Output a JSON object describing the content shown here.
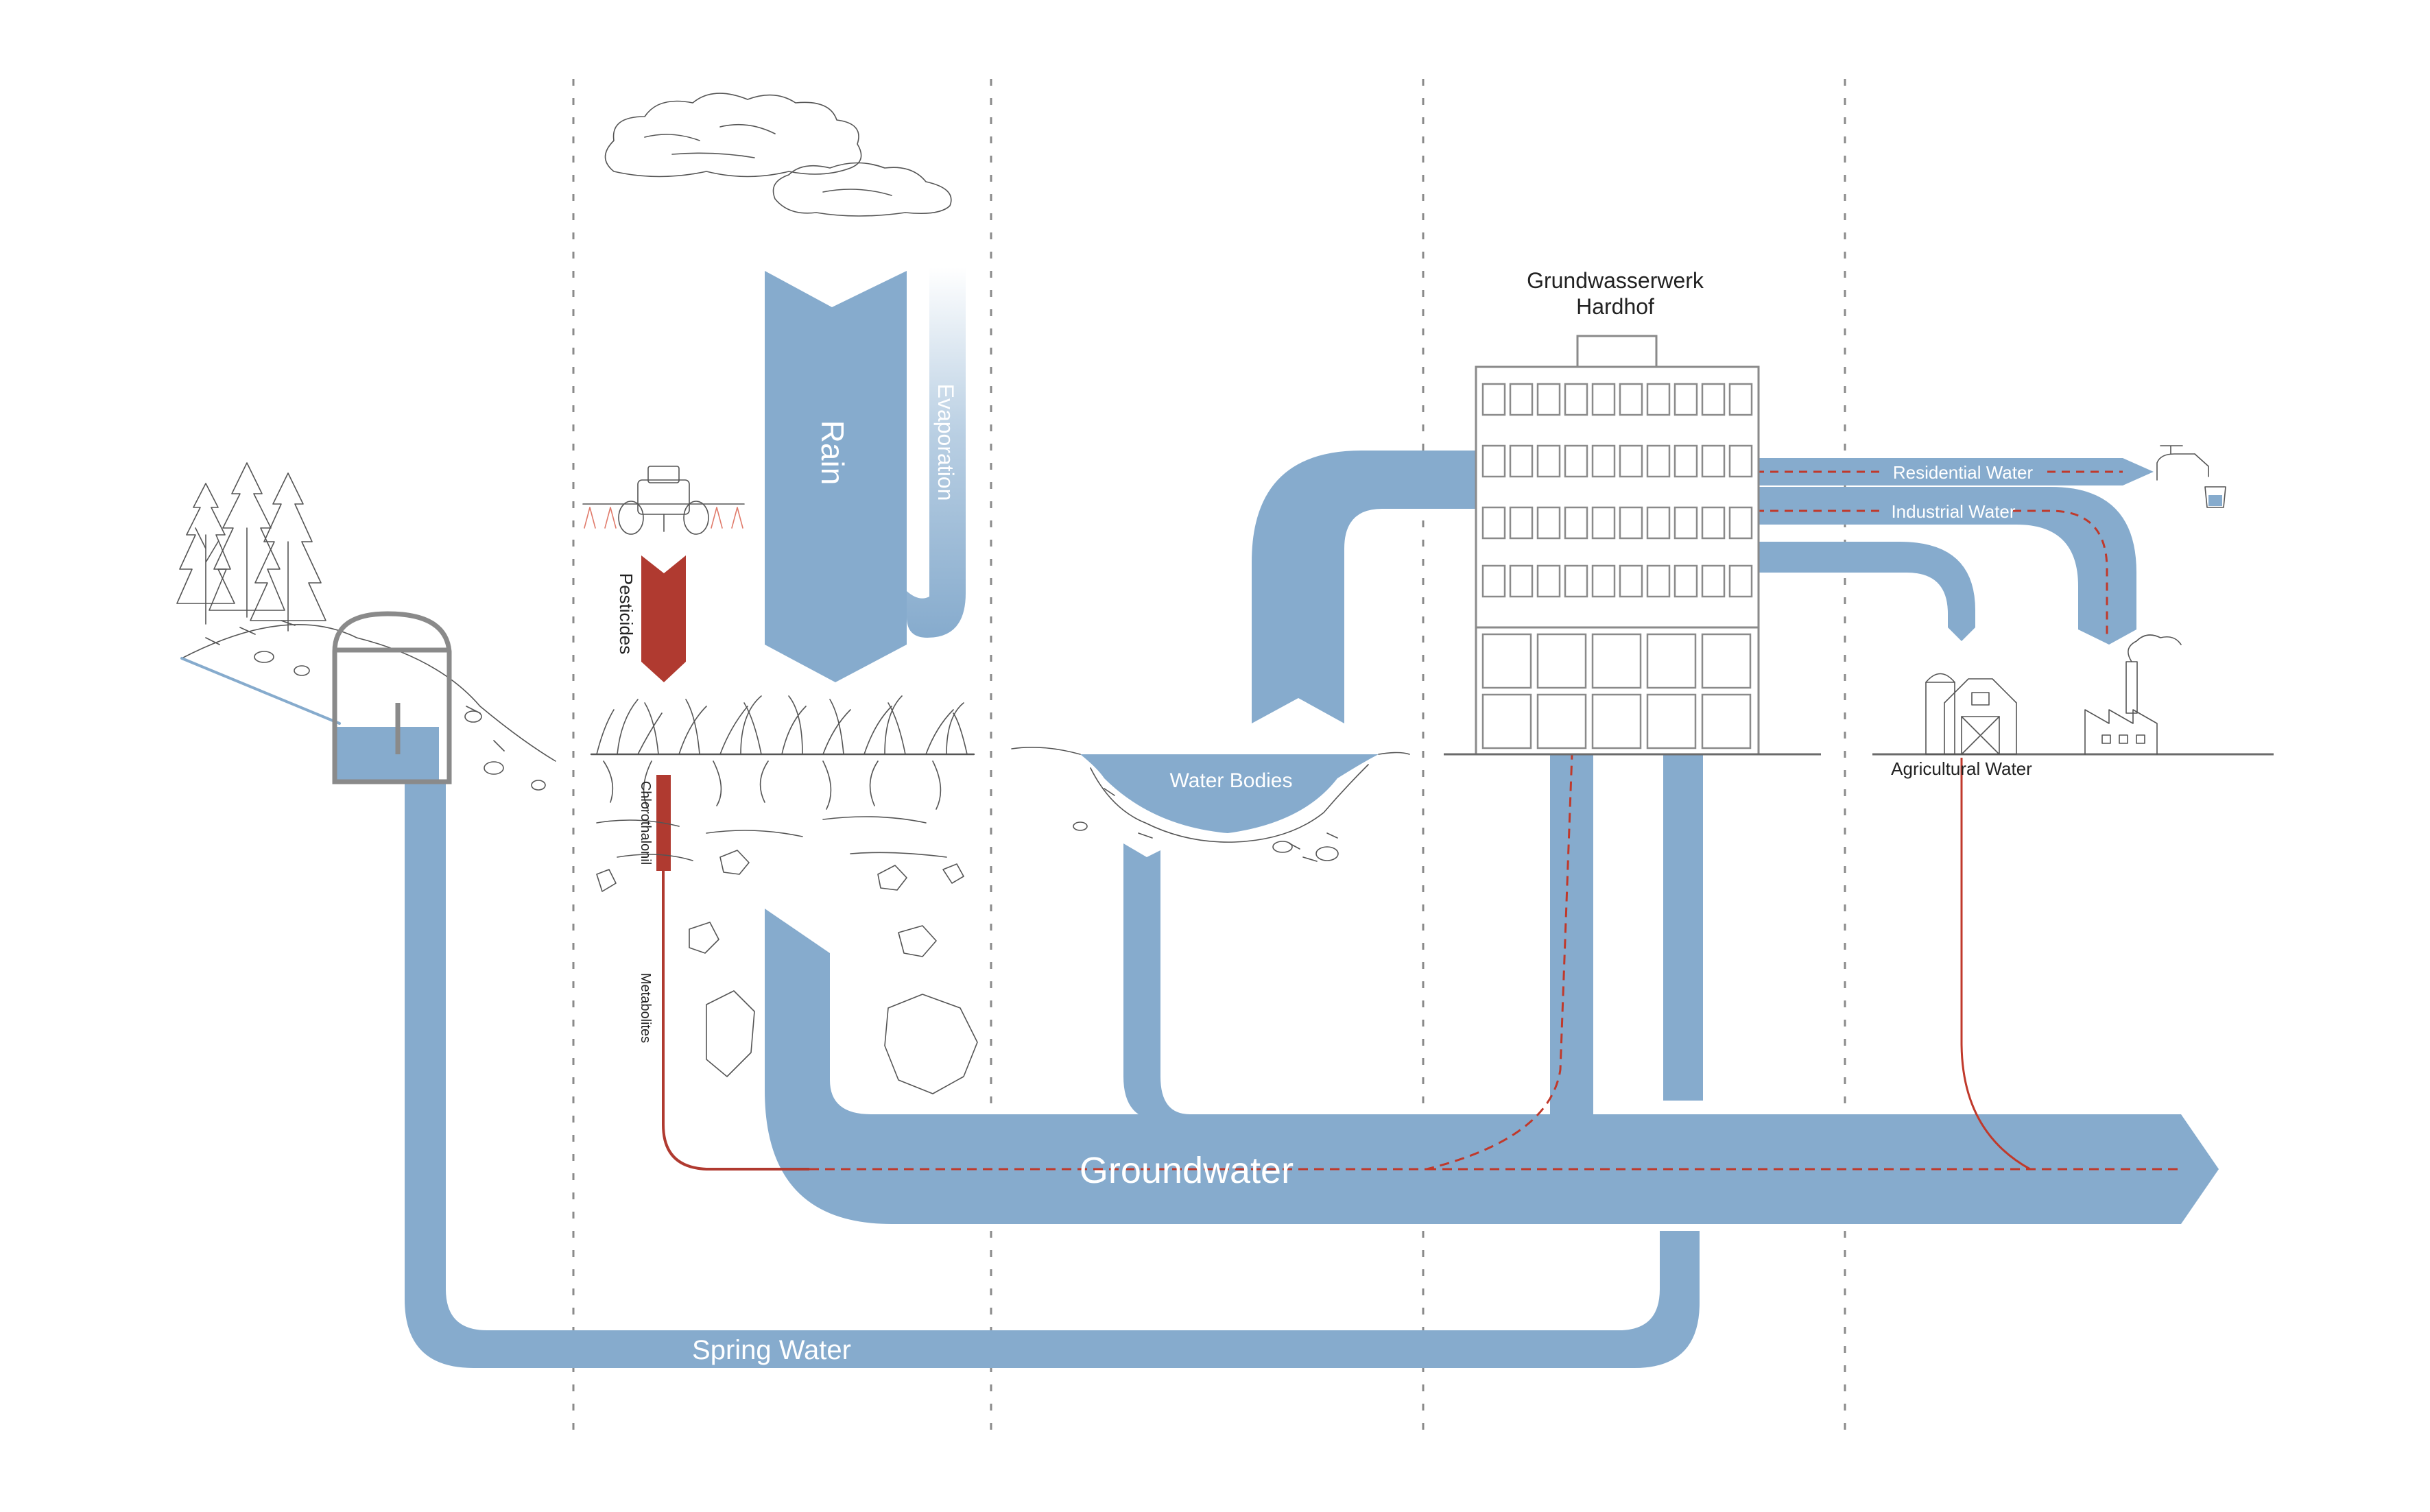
{
  "colors": {
    "water": "#86abcd",
    "pesticide": "#b03a30",
    "contaminant_line": "#c0392b",
    "divider": "#8a8a8a",
    "ink": "#4a4a4a"
  },
  "labels": {
    "rain": "Rain",
    "evaporation": "Evaporation",
    "pesticides": "Pesticides",
    "chlorothalonil": "Chlorothalonil",
    "metabolites": "Metabolites",
    "water_bodies": "Water Bodies",
    "groundwater": "Groundwater",
    "spring_water": "Spring Water",
    "plant_name_line1": "Grundwasserwerk",
    "plant_name_line2": "Hardhof",
    "residential_water": "Residential Water",
    "industrial_water": "Industrial Water",
    "agricultural_water": "Agricultural Water"
  },
  "icons": {
    "trees": "trees-icon",
    "spring": "spring-chamber-icon",
    "cloud": "cloud-icon",
    "tractor": "tractor-sprayer-icon",
    "crops": "crop-field-icon",
    "rocks": "rocks-icon",
    "building": "waterworks-building-icon",
    "tap": "water-tap-icon",
    "barn": "barn-icon",
    "factory": "factory-icon"
  }
}
